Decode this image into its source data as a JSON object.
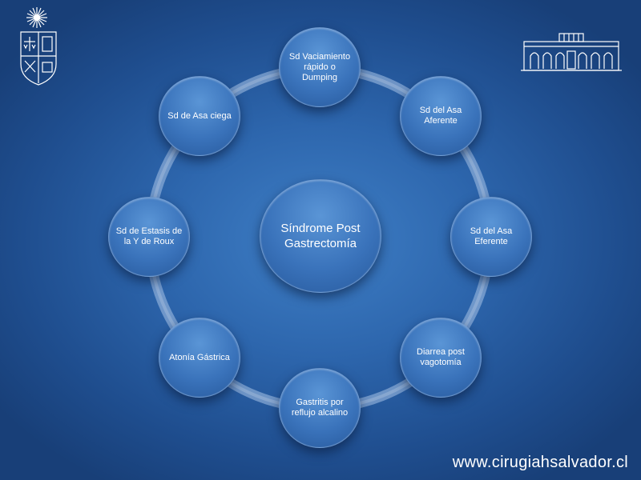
{
  "center": {
    "label": "Síndrome Post Gastrectomía"
  },
  "nodes": [
    {
      "label": "Sd Vaciamiento rápido o Dumping"
    },
    {
      "label": "Sd del Asa Aferente"
    },
    {
      "label": "Sd del Asa Eferente"
    },
    {
      "label": "Diarrea post vagotomía"
    },
    {
      "label": "Gastritis por reflujo alcalino"
    },
    {
      "label": "Atonía Gástrica"
    },
    {
      "label": "Sd de Estasis de la Y de Roux"
    },
    {
      "label": "Sd de Asa ciega"
    }
  ],
  "footer": {
    "website": "www.cirugiahsalvador.cl"
  },
  "colors": {
    "background": "#2d66ad",
    "node": "#3a73bb",
    "ring": "#a8c3e6"
  },
  "icons": {
    "left_logo": "university-shield-logo",
    "right_logo": "hospital-building-logo"
  }
}
